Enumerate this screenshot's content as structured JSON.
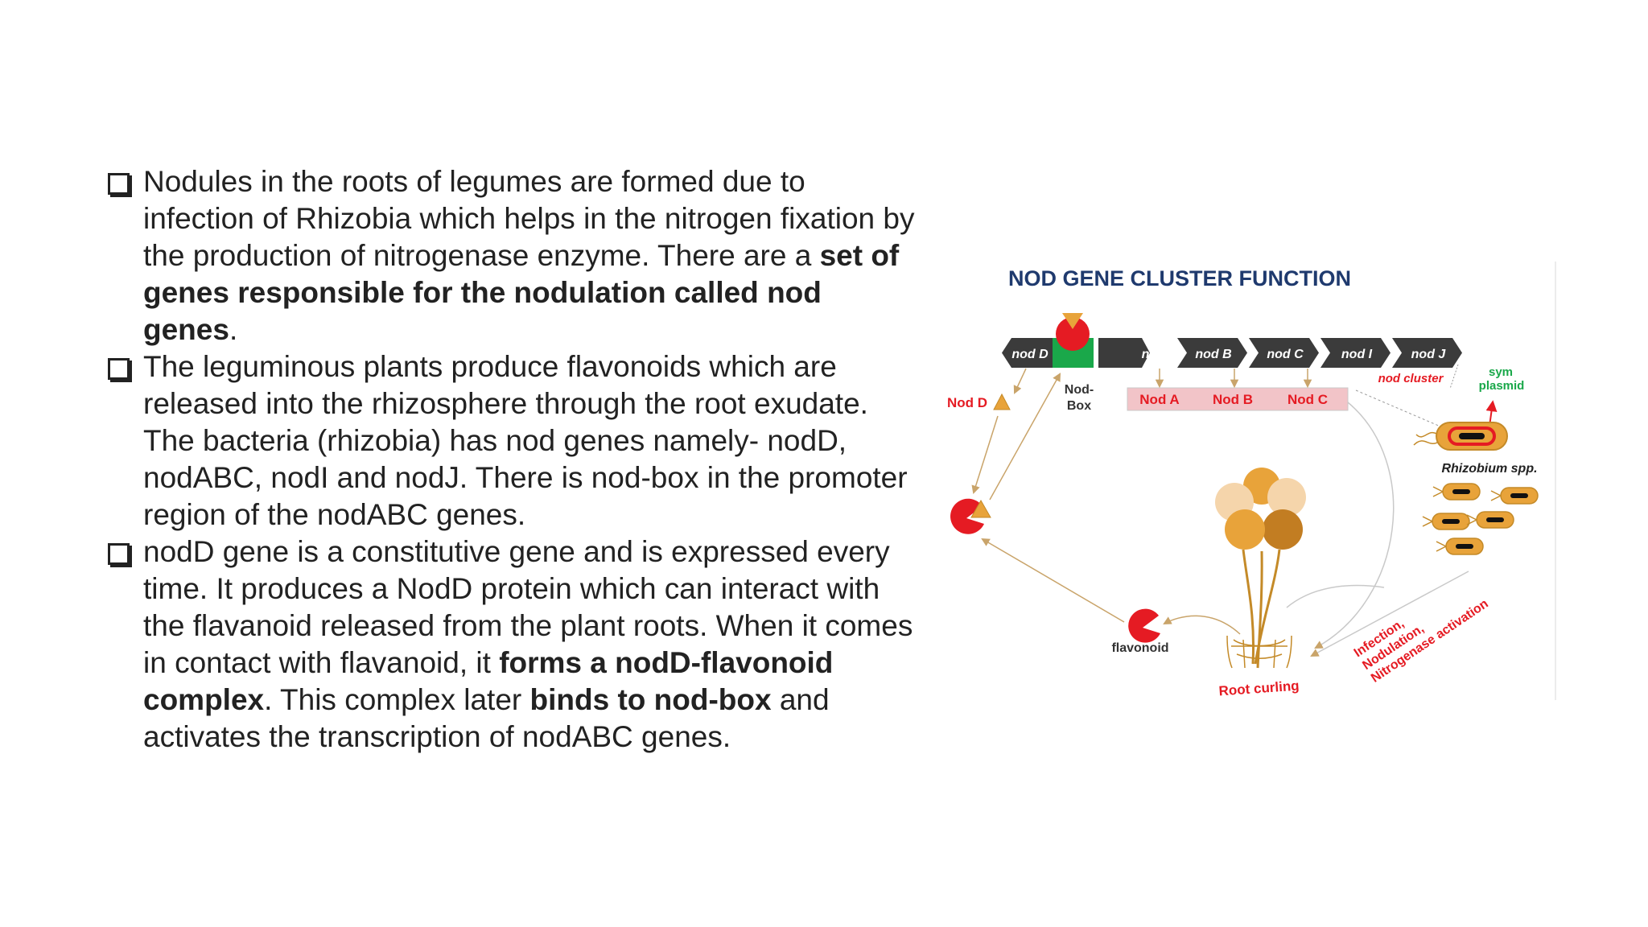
{
  "bullets": [
    {
      "p1": "Nodules in the roots of legumes are formed due to infection of Rhizobia which helps in the nitrogen fixation by the production of nitrogenase enzyme. There are a ",
      "b1": "set of genes responsible for the nodulation called nod genes",
      "p2": "."
    },
    {
      "p1": "The leguminous plants produce flavonoids which are released into the rhizosphere through the root exudate. The bacteria (rhizobia) has nod genes namely- nodD, nodABC, nodI and nodJ. There is nod-box in the promoter region of the nodABC genes."
    },
    {
      "p1": "nodD gene is a constitutive gene and is expressed every time. It produces a NodD protein which can interact with the flavanoid released from the plant roots. When it comes in contact with flavanoid, it ",
      "b1": "forms a nodD-flavonoid complex",
      "p2": ". This complex later ",
      "b2": "binds to nod-box",
      "p3": " and activates the transcription of nodABC genes."
    }
  ],
  "figure": {
    "title": "NOD GENE CLUSTER FUNCTION",
    "genes": [
      "nod D",
      "nod A",
      "nod B",
      "nod C",
      "nod I",
      "nod J"
    ],
    "proteins": [
      "Nod A",
      "Nod B",
      "Nod C"
    ],
    "nod_d_protein": "Nod D",
    "nod_box": [
      "Nod-",
      "Box"
    ],
    "nod_cluster": "nod cluster",
    "sym_plasmid": [
      "sym",
      "plasmid"
    ],
    "rhizobium": "Rhizobium spp.",
    "flavonoid": "flavonoid",
    "root_curling": "Root curling",
    "outcomes": [
      "Infection,",
      "Nodulation,",
      "Nitrogenase activation"
    ],
    "colors": {
      "title": "#1f3a6e",
      "gene_arrow": "#3b3b3b",
      "nod_box": "#1aa84a",
      "protein_band": "#f2c4c8",
      "red": "#e51b23",
      "orange": "#e8a33a",
      "arrow": "#d9b98a"
    }
  }
}
